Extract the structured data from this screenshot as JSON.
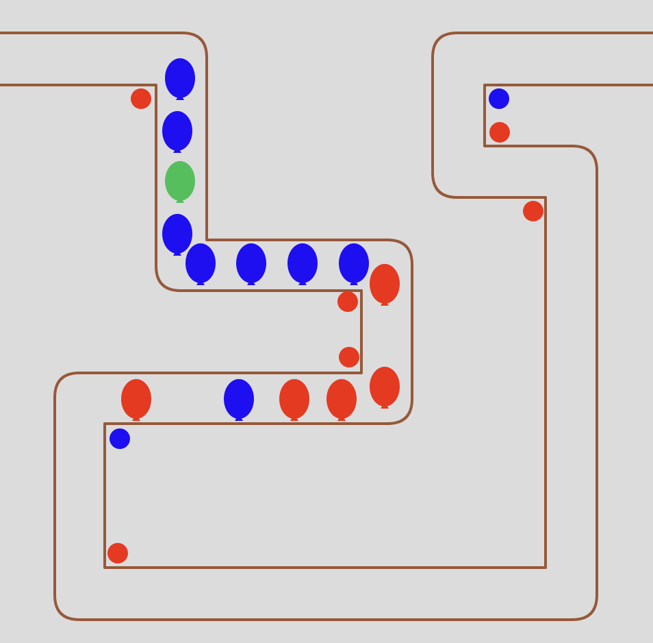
{
  "colors": {
    "background": "#dcdcdc",
    "track_border": "#96593a",
    "red": "#e43a22",
    "blue": "#1d0ff0",
    "green": "#57be5e"
  },
  "balloons": [
    {
      "color": "blue"
    },
    {
      "color": "blue"
    },
    {
      "color": "green"
    },
    {
      "color": "blue"
    },
    {
      "color": "blue"
    },
    {
      "color": "blue"
    },
    {
      "color": "blue"
    },
    {
      "color": "blue"
    },
    {
      "color": "red"
    },
    {
      "color": "red"
    },
    {
      "color": "blue"
    },
    {
      "color": "red"
    },
    {
      "color": "red"
    },
    {
      "color": "red"
    }
  ],
  "dots": [
    {
      "color": "red"
    },
    {
      "color": "blue"
    },
    {
      "color": "red"
    },
    {
      "color": "red"
    },
    {
      "color": "red"
    },
    {
      "color": "red"
    },
    {
      "color": "blue"
    },
    {
      "color": "red"
    }
  ]
}
